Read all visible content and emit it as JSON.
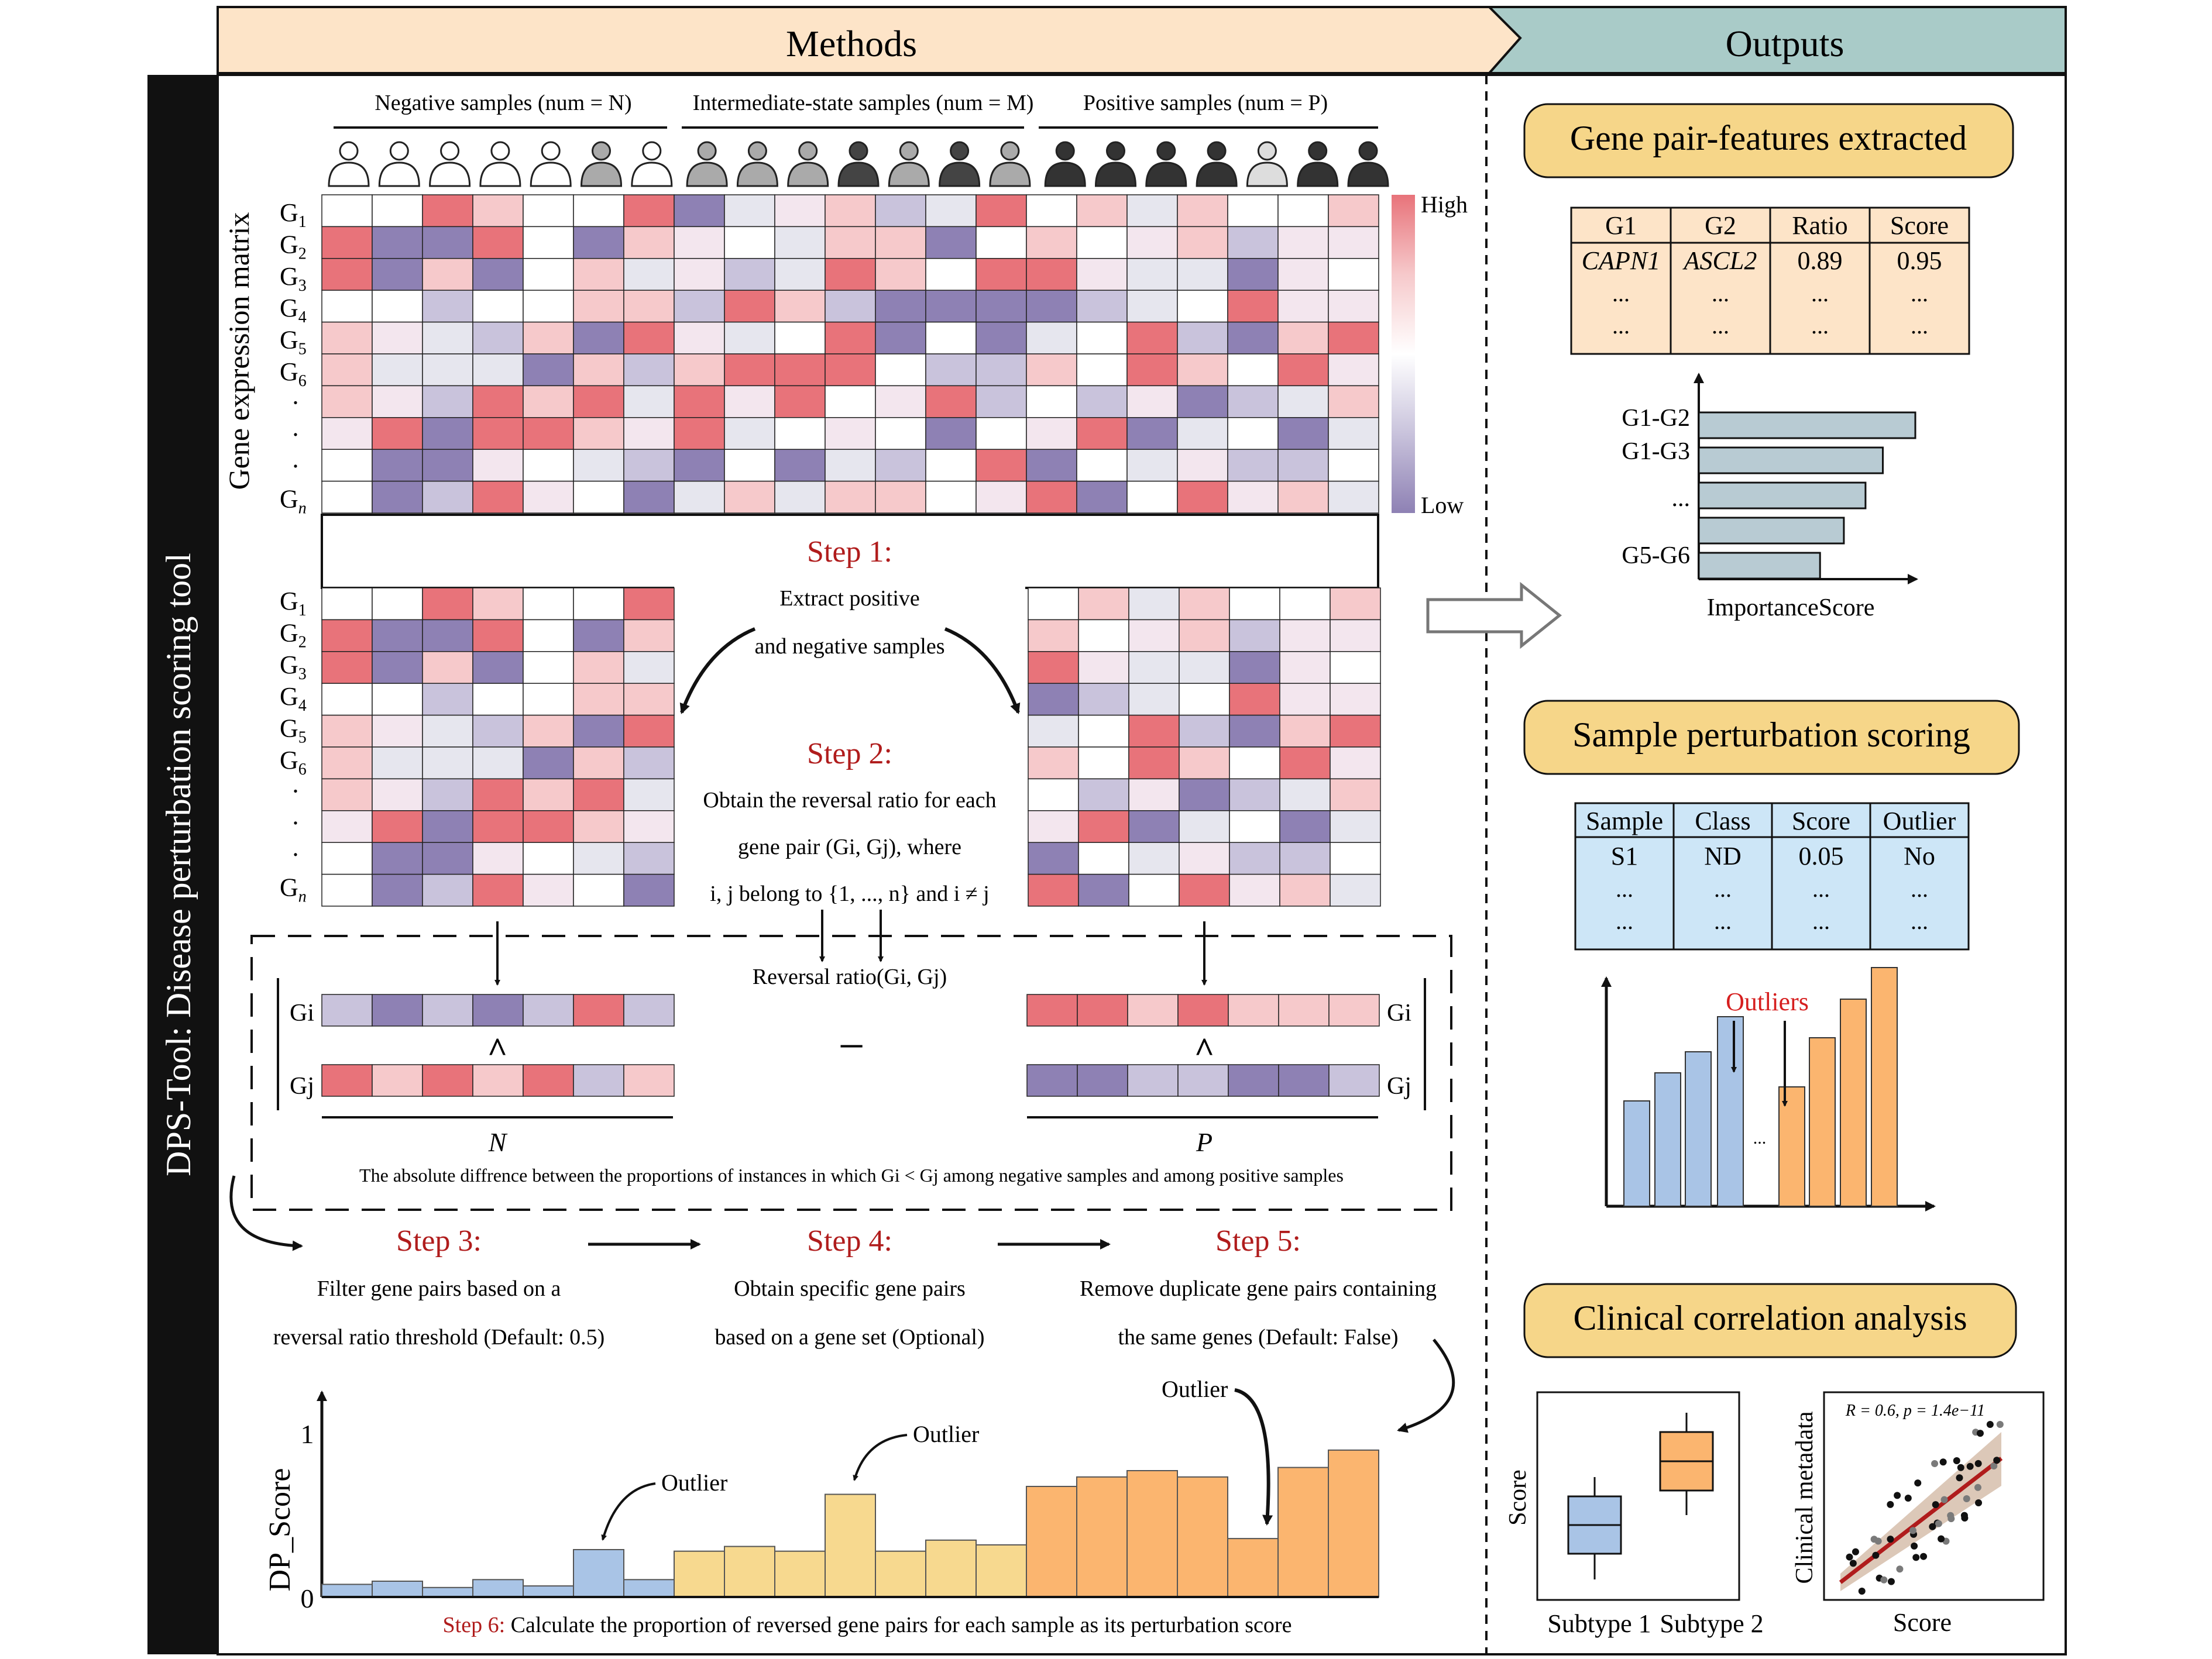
{
  "header": {
    "methods": "Methods",
    "outputs": "Outputs"
  },
  "tool_title": "DPS-Tool: Disease perturbation scoring tool",
  "sample_groups": {
    "negative": "Negative samples (num = N)",
    "intermediate": "Intermediate-state samples (num = M)",
    "positive": "Positive samples (num = P)"
  },
  "matrix": {
    "ylabel": "Gene expression matrix",
    "genes": [
      "G1",
      "G2",
      "G3",
      "G4",
      "G5",
      "G6",
      ".",
      ".",
      ".",
      "Gn"
    ],
    "colorbar": {
      "high": "High",
      "low": "Low",
      "colors": [
        "#e8737a",
        "#f6c9cb",
        "#ffffff",
        "#c9c3dc",
        "#8e81b4"
      ]
    }
  },
  "steps": {
    "step1": {
      "label": "Step 1:",
      "line1": "Extract positive",
      "line2": "and negative samples"
    },
    "step2": {
      "label": "Step 2:",
      "line1": "Obtain the reversal ratio for each",
      "line2": "gene pair (Gi, Gj), where",
      "line3": "i, j belong to {1, ..., n} and i ≠ j"
    },
    "reversal": "Reversal ratio(Gi, Gj)",
    "gi": "Gi",
    "gj": "Gj",
    "n_label": "N",
    "p_label": "P",
    "gt": "^",
    "minus": "−",
    "abs_diff": "The absolute diffrence between the proportions of instances in which Gi < Gj among negative samples and among positive samples",
    "step3": {
      "label": "Step 3:",
      "line1": "Filter gene pairs based on a",
      "line2": "reversal ratio threshold (Default: 0.5)"
    },
    "step4": {
      "label": "Step 4:",
      "line1": "Obtain specific gene pairs",
      "line2": "based on a gene set (Optional)"
    },
    "step5": {
      "label": "Step 5:",
      "line1": "Remove duplicate gene pairs containing",
      "line2": "the same genes (Default: False)"
    },
    "step6": {
      "label": "Step 6:",
      "text": " Calculate the proportion of reversed gene pairs for each sample as its perturbation score"
    }
  },
  "dp_chart": {
    "ylabel": "DP_Score",
    "tick0": "0",
    "tick1": "1",
    "outlier": "Outlier",
    "values": [
      0.08,
      0.1,
      0.06,
      0.11,
      0.07,
      0.3,
      0.11,
      0.29,
      0.32,
      0.29,
      0.65,
      0.29,
      0.36,
      0.33,
      0.7,
      0.76,
      0.8,
      0.76,
      0.37,
      0.82,
      0.93
    ],
    "groups": [
      "neg",
      "neg",
      "neg",
      "neg",
      "neg",
      "neg",
      "neg",
      "mid",
      "mid",
      "mid",
      "mid",
      "mid",
      "mid",
      "mid",
      "pos",
      "pos",
      "pos",
      "pos",
      "pos",
      "pos",
      "pos"
    ],
    "colors": {
      "neg": "#a9c4e6",
      "mid": "#f7d98f",
      "pos": "#fbb56f"
    }
  },
  "outputs": {
    "gene_pair": {
      "title": "Gene pair-features extracted",
      "headers": [
        "G1",
        "G2",
        "Ratio",
        "Score"
      ],
      "row1": [
        "CAPN1",
        "ASCL2",
        "0.89",
        "0.95"
      ],
      "dots": "...",
      "bar_labels": [
        "G1-G2",
        "G1-G3",
        "...",
        "G5-G6"
      ],
      "bar_values": [
        1.0,
        0.85,
        0.77,
        0.67,
        0.56
      ],
      "xlabel": "ImportanceScore"
    },
    "sample_perturbation": {
      "title": "Sample perturbation scoring",
      "headers": [
        "Sample",
        "Class",
        "Score",
        "Outlier"
      ],
      "row1": [
        "S1",
        "ND",
        "0.05",
        "No"
      ],
      "dots": "...",
      "outliers_label": "Outliers",
      "mid_dots": "...",
      "bar_values": [
        0.3,
        0.38,
        0.44,
        0.54,
        0.34,
        0.48,
        0.59,
        0.68
      ]
    },
    "clinical": {
      "title": "Clinical correlation analysis",
      "score_label": "Score",
      "subtype1": "Subtype 1",
      "subtype2": "Subtype 2",
      "clinical_label": "Clinical metadata",
      "x_label": "Score",
      "stat_r": "R = 0.6, p = 1.4e−11"
    }
  }
}
